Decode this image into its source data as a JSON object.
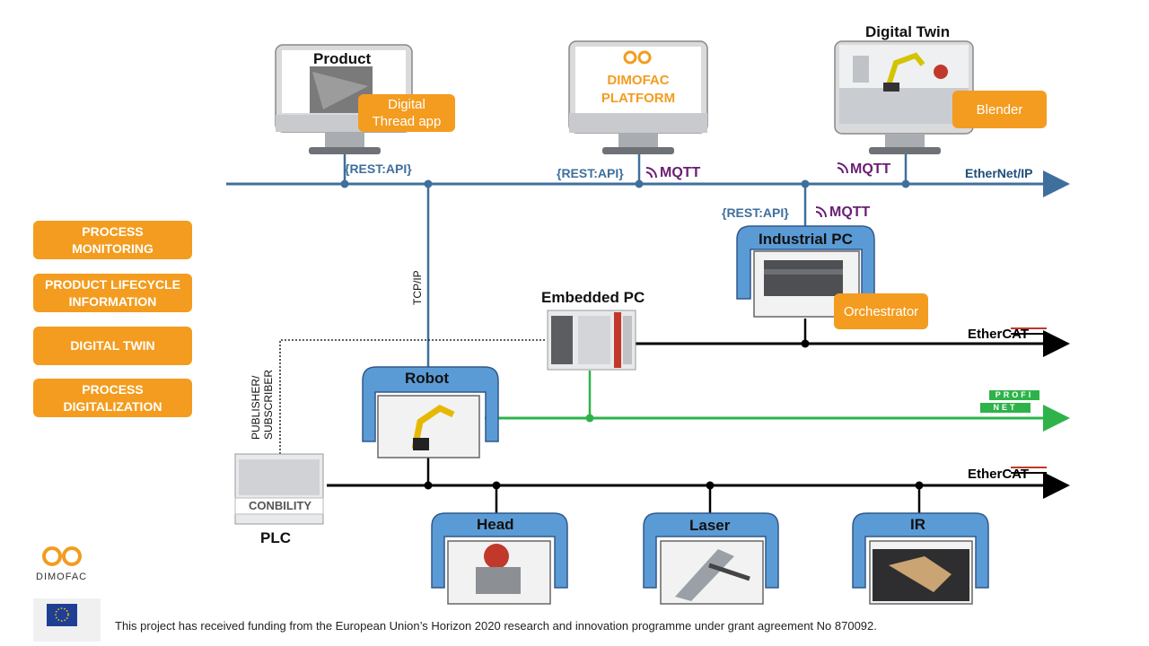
{
  "side_buttons": [
    {
      "label": "PROCESS\nMONITORING"
    },
    {
      "label": "PRODUCT LIFECYCLE\nINFORMATION"
    },
    {
      "label": "DIGITAL TWIN"
    },
    {
      "label": "PROCESS\nDIGITALIZATION"
    }
  ],
  "monitors": {
    "product": {
      "title": "Product",
      "tag": "Digital\nThread app"
    },
    "platform": {
      "line1": "DIMOFAC",
      "line2": "PLATFORM"
    },
    "twin": {
      "title": "Digital Twin",
      "tag": "Blender"
    }
  },
  "protocols": {
    "rest_api": "{REST:API}",
    "mqtt": "MQTT",
    "ethernet_ip": "EtherNet/IP",
    "tcp_ip": "TCP/IP",
    "ethercat": "EtherCAT",
    "profinet_top": "PROFI",
    "profinet_bottom": "NET",
    "pubsub_line1": "PUBLISHER/",
    "pubsub_line2": "SUBSCRIBER"
  },
  "devices": {
    "industrial_pc": {
      "title": "Industrial PC",
      "tag": "Orchestrator"
    },
    "embedded_pc": {
      "title": "Embedded PC"
    },
    "robot": {
      "title": "Robot"
    },
    "plc": {
      "title": "PLC",
      "brand": "CONBILITY"
    },
    "head": {
      "title": "Head"
    },
    "laser": {
      "title": "Laser"
    },
    "ir": {
      "title": "IR"
    }
  },
  "logo": {
    "text": "DIMOFAC"
  },
  "footer": {
    "text": "This project has received funding from the European Union’s Horizon 2020 research and innovation programme under grant agreement No 870092."
  },
  "colors": {
    "orange": "#F39C1F",
    "blue_line": "#3F6F9C",
    "frame_blue": "#5B9BD5",
    "green": "#2DB34A",
    "mqtt_purple": "#6A1E74"
  }
}
